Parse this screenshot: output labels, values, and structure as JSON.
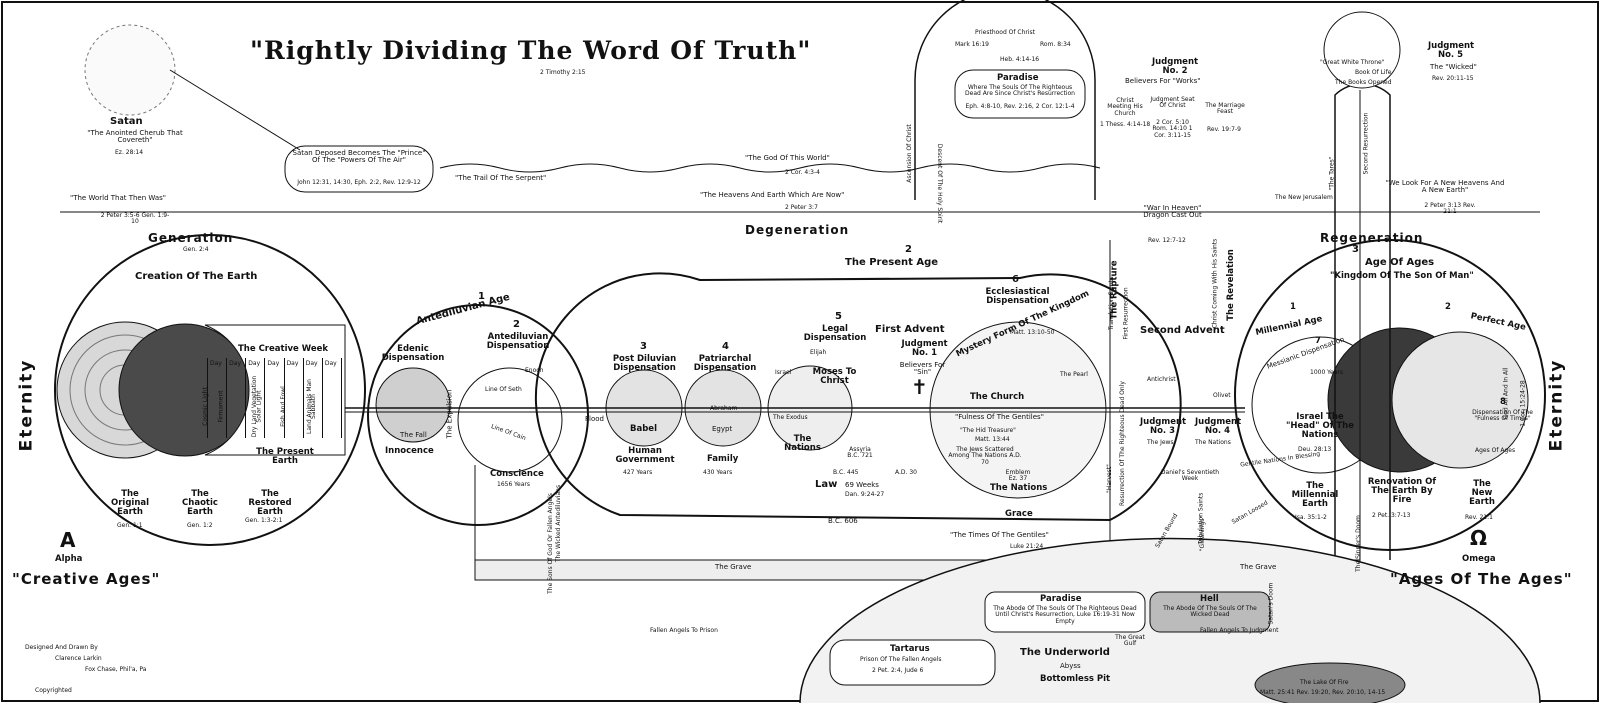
{
  "title": "\"Rightly Dividing The Word Of Truth\"",
  "title_ref": "2 Timothy 2:15",
  "eternity_left": "Eternity",
  "eternity_right": "Eternity",
  "satan": {
    "name": "Satan",
    "desc": "\"The Anointed Cherub That Covereth\"",
    "ref": "Ez. 28:14"
  },
  "satan_deposed": {
    "text": "Satan Deposed Becomes The \"Prince\" Of The \"Powers Of The Air\"",
    "ref": "John 12:31, 14:30, Eph. 2:2, Rev. 12:9-12"
  },
  "god_of_world": {
    "text": "\"The God Of This World\"",
    "ref": "2 Cor. 4:3-4"
  },
  "trail": "\"The Trail Of The Serpent\"",
  "world_then": {
    "text": "\"The World That Then Was\"",
    "ref": "2 Peter 3:5-6 Gen. 1:9-10"
  },
  "heavens_now": {
    "text": "\"The Heavens And Earth Which Are Now\"",
    "ref": "2 Peter 3:7"
  },
  "new_heavens": {
    "text": "\"We Look For A New Heavens And A New Earth\"",
    "ref": "2 Peter 3:13 Rev. 21:1"
  },
  "generation": {
    "label": "Generation",
    "ref": "Gen. 2:4"
  },
  "degeneration": "Degeneration",
  "regeneration": "Regeneration",
  "present_age": {
    "num": "2",
    "label": "The Present Age"
  },
  "creation": "Creation Of The Earth",
  "creative_week": "The Creative Week",
  "days": [
    "Cosmic Light",
    "Firmament",
    "Dry Land Vegetation",
    "Solar Light",
    "Fish And Fowl",
    "Land Animals Man",
    "Sabbath"
  ],
  "day_label": "Day",
  "present_earth": "The Present Earth",
  "original_earth": {
    "text": "The Original Earth",
    "ref": "Gen. 1:1"
  },
  "chaotic_earth": {
    "text": "The Chaotic Earth",
    "ref": "Gen. 1:2"
  },
  "restored_earth": {
    "text": "The Restored Earth",
    "ref": "Gen. 1:3-2:1"
  },
  "alpha": {
    "sym": "A",
    "label": "Alpha",
    "ages": "\"Creative Ages\""
  },
  "omega": {
    "sym": "Ω",
    "label": "Omega",
    "ages": "\"Ages Of The Ages\""
  },
  "antediluvian_age": {
    "num": "1",
    "label": "Antediluvian Age"
  },
  "edenic": "Edenic Dispensation",
  "the_fall": "The Fall",
  "innocence": "Innocence",
  "expulsion": "The Expulsion",
  "antediluvian_disp": {
    "num": "2",
    "label": "Antediluvian Dispensation"
  },
  "enoch": "Enoch",
  "line_seth": "Line Of Seth",
  "line_cain": "Line Of Cain",
  "conscience": {
    "text": "Conscience",
    "years": "1656 Years"
  },
  "flood": "Flood",
  "post_diluvian": {
    "num": "3",
    "label": "Post Diluvian Dispensation",
    "babel": "Babel",
    "gov": "Human Government",
    "years": "427 Years"
  },
  "patriarchal": {
    "num": "4",
    "label": "Patriarchal Dispensation",
    "abraham": "Abraham",
    "egypt": "Egypt",
    "family": "Family",
    "years": "430 Years"
  },
  "legal": {
    "num": "5",
    "label": "Legal Dispensation",
    "elijah": "Elijah",
    "israel": "Israel",
    "moses": "Moses To Christ",
    "exodus": "The Exodus",
    "nations": "The Nations",
    "assyria": "Assyria B.C. 721",
    "law": "Law"
  },
  "weeks": {
    "text": "69 Weeks",
    "ref": "Dan. 9:24-27",
    "bc": "B.C. 445",
    "ad": "A.D. 30"
  },
  "bc606": "B.C. 606",
  "first_advent": "First Advent",
  "judgment1": {
    "label": "Judgment No. 1",
    "desc": "Believers For \"Sin\""
  },
  "ecclesiastical": {
    "num": "6",
    "label": "Ecclesiastical Dispensation"
  },
  "mystery": {
    "text": "Mystery Form Of The Kingdom",
    "ref": "Matt. 13:10-50"
  },
  "church": "The Church",
  "pearl": "The Pearl",
  "fulness_gentiles": "\"Fulness Of The Gentiles\"",
  "hid_treasure": {
    "text": "\"The Hid Treasure\"",
    "ref": "Matt. 13:44"
  },
  "jews_scattered": "The Jews Scattered Among The Nations A.D. 70",
  "emblem": "Emblem Ez. 37",
  "grace": {
    "nations": "The Nations",
    "label": "Grace"
  },
  "times_gentiles": {
    "text": "\"The Times Of The Gentiles\"",
    "ref": "Luke 21:24"
  },
  "the_grave": "The Grave",
  "priesthood": {
    "text": "Priesthood Of Christ",
    "ref1": "Mark 16:19",
    "ref2": "Rom. 8:34",
    "ref3": "Heb. 4:14-16"
  },
  "paradise_top": {
    "title": "Paradise",
    "desc": "Where The Souls Of The Righteous Dead Are Since Christ's Resurrection",
    "ref": "Eph. 4:8-10, Rev. 2:16, 2 Cor. 12:1-4"
  },
  "ascension": "Ascension Of Christ",
  "descent": "Descent Of The Holy Spirit",
  "christ_meeting": {
    "text": "Christ Meeting His Church",
    "ref": "1 Thess. 4:14-18"
  },
  "judgment2": {
    "label": "Judgment No. 2",
    "desc": "Believers For \"Works\""
  },
  "judgment_seat": {
    "text": "Judgment Seat Of Christ",
    "ref": "2 Cor. 5:10 Rom. 14:10 1 Cor. 3:11-15"
  },
  "marriage": {
    "text": "The Marriage Feast",
    "ref": "Rev. 19:7-9"
  },
  "war_heaven": {
    "text": "\"War In Heaven\" Dragon Cast Out",
    "ref": "Rev. 12:7-12"
  },
  "rapture": "The Rapture",
  "translation": "Translation Saints",
  "first_resurrection": "First Resurrection",
  "second_advent": "Second Advent",
  "revelation": "The Revelation",
  "christ_coming": "Christ Coming With His Saints",
  "antichrist": "Antichrist",
  "judgment3": {
    "label": "Judgment No. 3",
    "desc": "The Jews"
  },
  "judgment4": {
    "label": "Judgment No. 4",
    "desc": "The Nations"
  },
  "olivet": "Olivet",
  "daniels_week": "Daniel's Seventieth Week",
  "harvest": "\"Harvest\"",
  "resurrection_righteous": "Resurrection Of The Righteous Dead Only",
  "tribulation": "Tribulation Saints",
  "gleanings": "\"Gleanings\"",
  "satan_bound": "Satan Bound",
  "satan_loosed": "Satan Loosed",
  "great_white_throne": {
    "text": "\"Great White Throne\"",
    "books": "The Books Opened",
    "life": "Book Of Life"
  },
  "judgment5": {
    "label": "Judgment No. 5",
    "desc": "The \"Wicked\"",
    "ref": "Rev. 20:11-15"
  },
  "the_tares": "\"The Tares\"",
  "second_resurrection": "Second Resurrection",
  "new_jerusalem": "The New Jerusalem",
  "age_of_ages": {
    "num": "3",
    "label": "Age Of Ages",
    "kingdom": "\"Kingdom Of The Son Of Man\""
  },
  "millennial_age": {
    "num": "1",
    "label": "Millennial Age"
  },
  "perfect_age": {
    "num": "2",
    "label": "Perfect Age"
  },
  "messianic": {
    "num": "7",
    "label": "Messianic Dispensation",
    "years": "1000 Years"
  },
  "israel_head": {
    "text": "Israel The \"Head\" Of The Nations",
    "ref": "Deu. 28:13"
  },
  "gentile_blessing": "Gentile Nations In Blessing",
  "fulness_times": {
    "num": "8",
    "label": "Dispensation Of The \"Fulness Of Times\"",
    "years": "Ages Of Ages"
  },
  "millennial_earth": {
    "text": "The Millennial Earth",
    "ref": "Isa. 35:1-2"
  },
  "renovation": {
    "text": "Renovation Of The Earth By Fire",
    "ref": "2 Pet. 3:7-13"
  },
  "new_earth": {
    "text": "The New Earth",
    "ref": "Rev. 21:1"
  },
  "god_all": {
    "text": "God All And In All",
    "ref": "1 Cor. 15:24-28"
  },
  "underworld": {
    "title": "The Underworld",
    "abyss": "Abyss",
    "pit": "Bottomless Pit"
  },
  "paradise_under": {
    "title": "Paradise",
    "desc": "The Abode Of The Souls Of The Righteous Dead Until Christ's Resurrection, Luke 16:19-31 Now Empty"
  },
  "hell": {
    "title": "Hell",
    "desc": "The Abode Of The Souls Of The Wicked Dead"
  },
  "great_gulf": "The Great Gulf",
  "tartarus": {
    "title": "Tartarus",
    "desc": "Prison Of The Fallen Angels",
    "ref": "2 Pet. 2:4, Jude 6"
  },
  "fallen_prison": "Fallen Angels To Prison",
  "fallen_judgment": "Fallen Angels To Judgment",
  "lake_fire": {
    "text": "The Lake Of Fire",
    "ref": "Matt. 25:41 Rev. 19:20, Rev. 20:10, 14-15"
  },
  "wicked_antediluvians": "The Wicked Antediluvians",
  "sons_of_god": "The Sons Of God Or Fallen Angels",
  "sinners_doom": "The Sinner's Doom",
  "satans_doom": "Satan's Doom",
  "credit": {
    "line1": "Designed And Drawn By",
    "line2": "Clarence Larkin",
    "line3": "Fox Chase, Phil'a, Pa",
    "copy": "Copyrighted"
  }
}
